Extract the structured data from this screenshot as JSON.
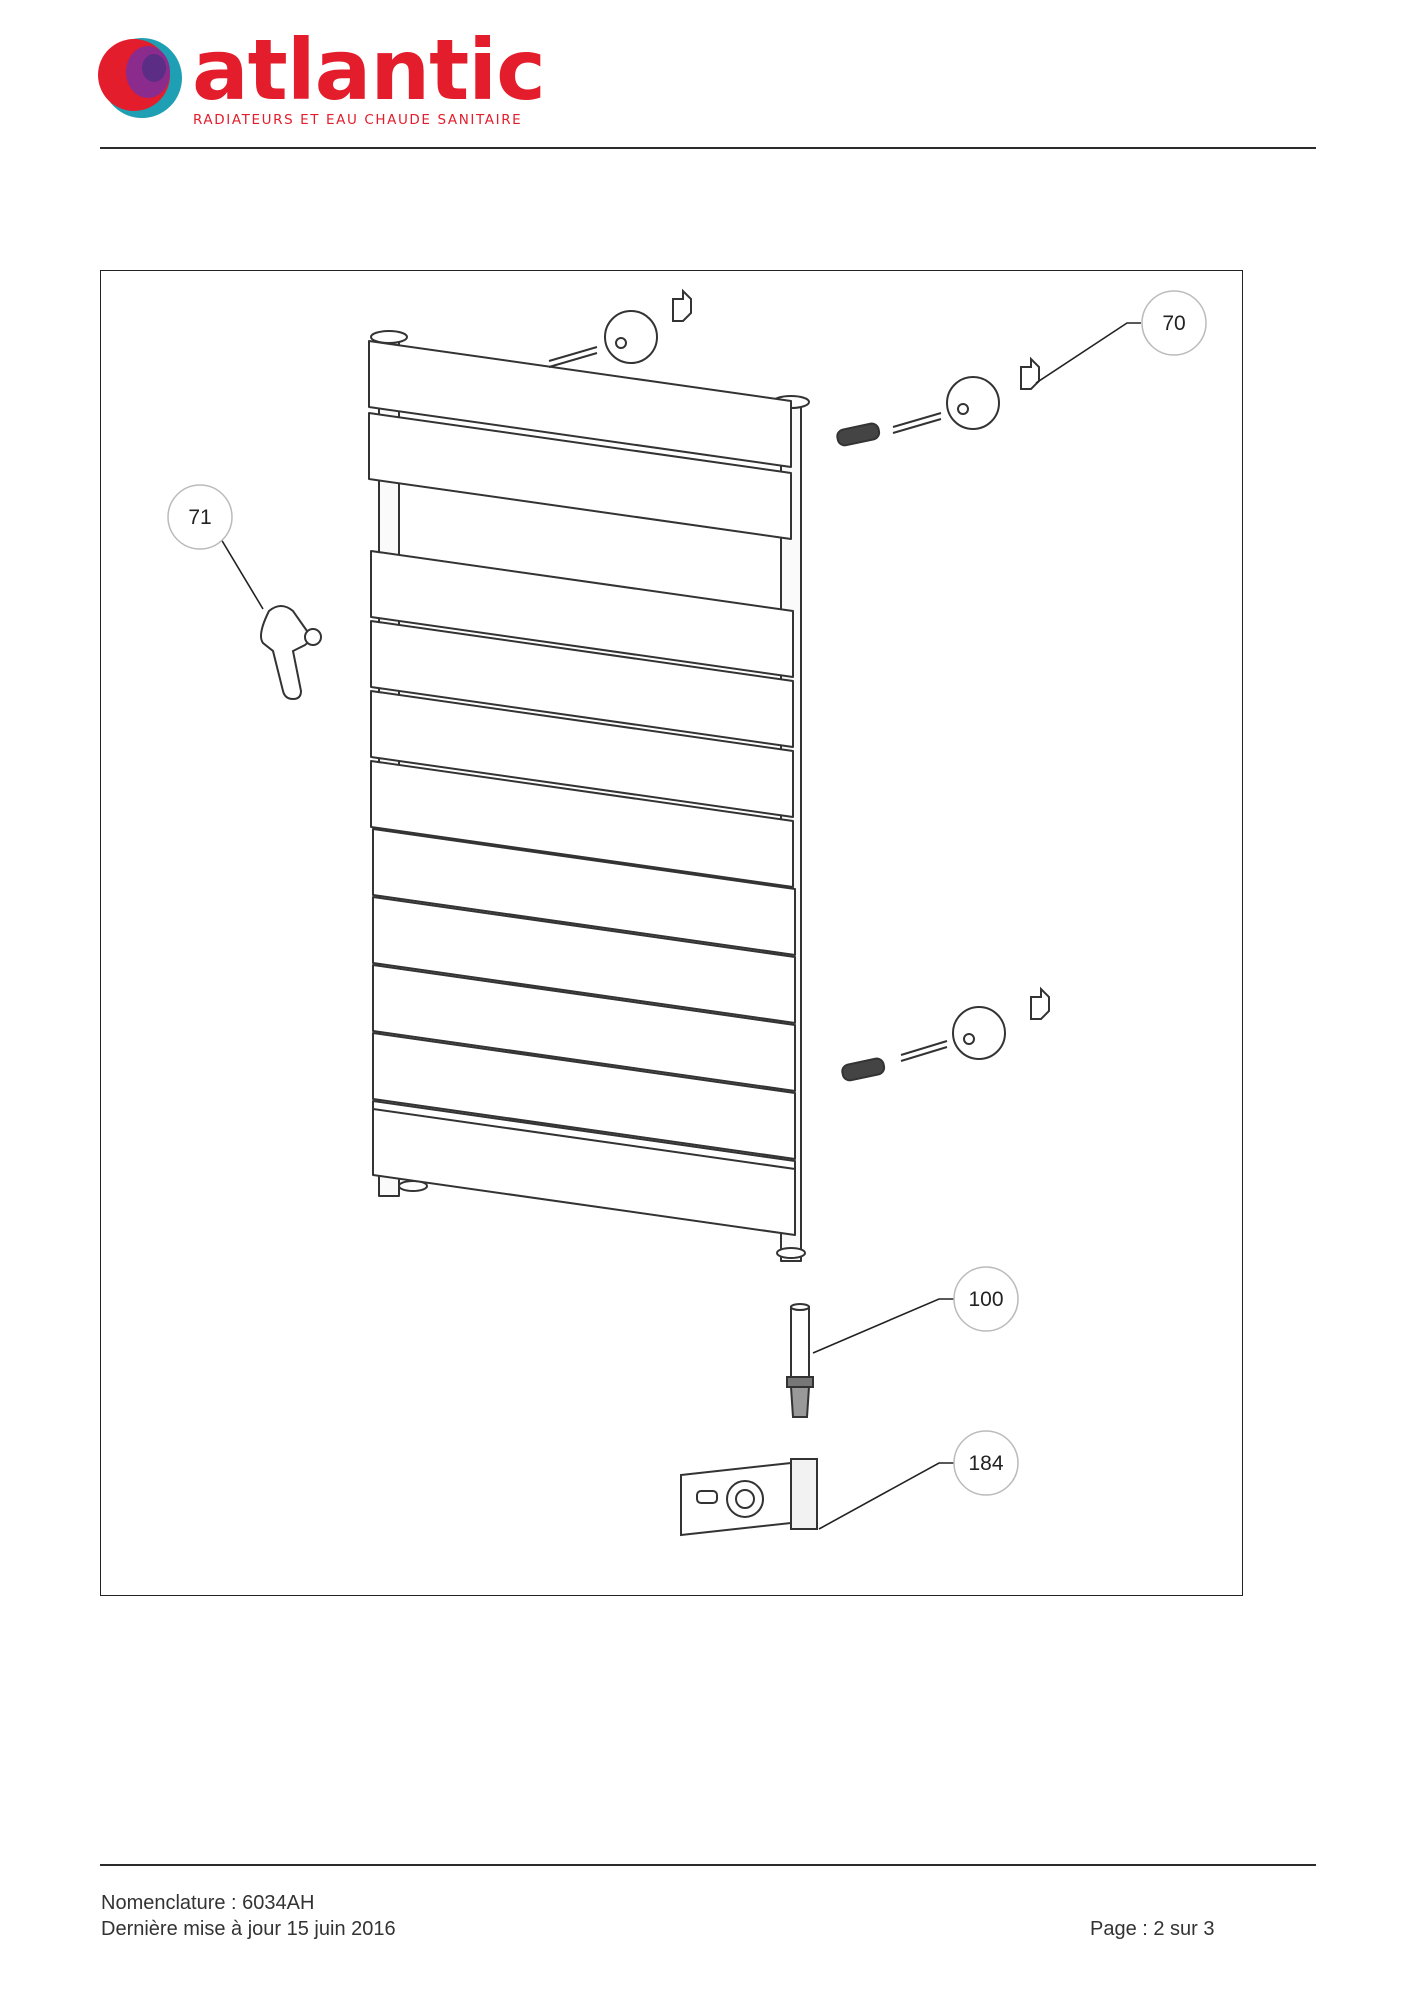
{
  "header": {
    "brand": "atlantic",
    "tagline": "RADIATEURS ET EAU CHAUDE SANITAIRE",
    "brand_color": "#e31d2b",
    "logo_colors": [
      "#e31d2b",
      "#8b2b8e",
      "#1e9fb3",
      "#5b2d84"
    ]
  },
  "diagram": {
    "callouts": [
      {
        "label": "70"
      },
      {
        "label": "71"
      },
      {
        "label": "100"
      },
      {
        "label": "184"
      }
    ]
  },
  "footer": {
    "reference": "Nomenclature : 6034AH",
    "updated": "Dernière mise à jour 15 juin 2016",
    "page": "Page : 2 sur 3"
  }
}
